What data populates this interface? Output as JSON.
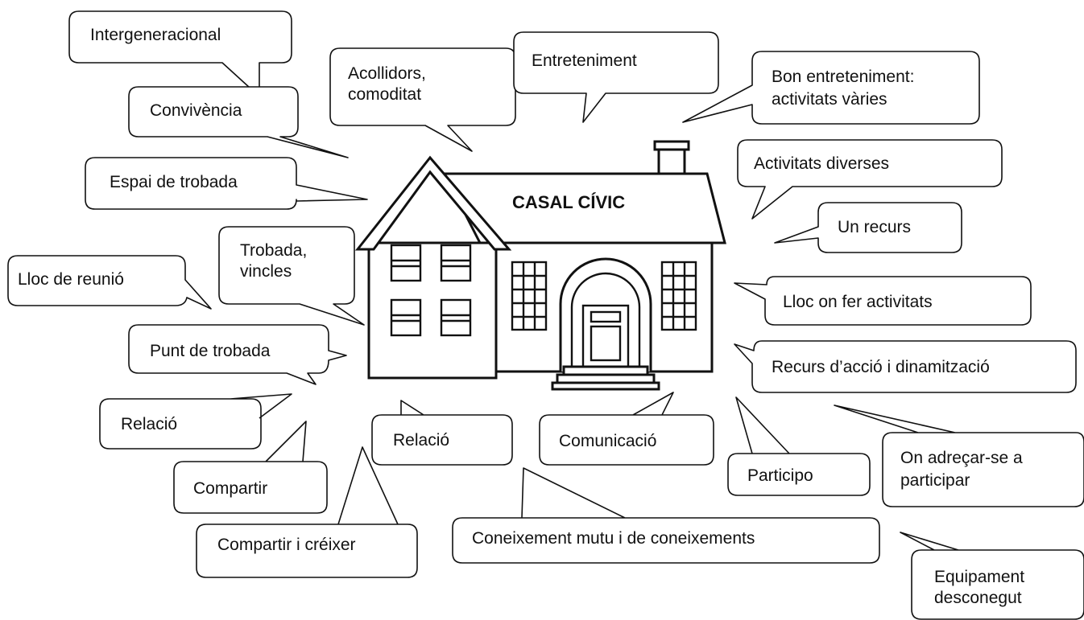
{
  "house": {
    "label": "CASAL CÍVIC"
  },
  "bubbles": [
    {
      "id": "intergeneracional",
      "lines": [
        "Intergeneracional"
      ]
    },
    {
      "id": "acollidors",
      "lines": [
        "Acollidors,",
        "comoditat"
      ]
    },
    {
      "id": "entreteniment",
      "lines": [
        "Entreteniment"
      ]
    },
    {
      "id": "bon-entreteniment",
      "lines": [
        "Bon entreteniment:",
        "activitats vàries"
      ]
    },
    {
      "id": "convivencia",
      "lines": [
        "Convivència"
      ]
    },
    {
      "id": "espai-trobada",
      "lines": [
        "Espai de trobada"
      ]
    },
    {
      "id": "activitats-diverses",
      "lines": [
        "Activitats diverses"
      ]
    },
    {
      "id": "un-recurs",
      "lines": [
        "Un recurs"
      ]
    },
    {
      "id": "trobada-vincles",
      "lines": [
        "Trobada,",
        "vincles"
      ]
    },
    {
      "id": "lloc-reunio",
      "lines": [
        "Lloc de reunió"
      ]
    },
    {
      "id": "lloc-activitats",
      "lines": [
        "Lloc on fer activitats"
      ]
    },
    {
      "id": "punt-trobada",
      "lines": [
        "Punt de trobada"
      ]
    },
    {
      "id": "recurs-accio",
      "lines": [
        "Recurs d’acció i dinamització"
      ]
    },
    {
      "id": "relacio-left",
      "lines": [
        "Relació"
      ]
    },
    {
      "id": "relacio-center",
      "lines": [
        "Relació"
      ]
    },
    {
      "id": "comunicacio",
      "lines": [
        "Comunicació"
      ]
    },
    {
      "id": "participo",
      "lines": [
        "Participo"
      ]
    },
    {
      "id": "on-adrecar",
      "lines": [
        "On adreçar-se a",
        "participar"
      ]
    },
    {
      "id": "compartir",
      "lines": [
        "Compartir"
      ]
    },
    {
      "id": "compartir-creixer",
      "lines": [
        "Compartir i créixer"
      ]
    },
    {
      "id": "coneixement",
      "lines": [
        "Coneixement mutu i de coneixements"
      ]
    },
    {
      "id": "equipament",
      "lines": [
        "Equipament",
        "desconegut"
      ]
    }
  ]
}
